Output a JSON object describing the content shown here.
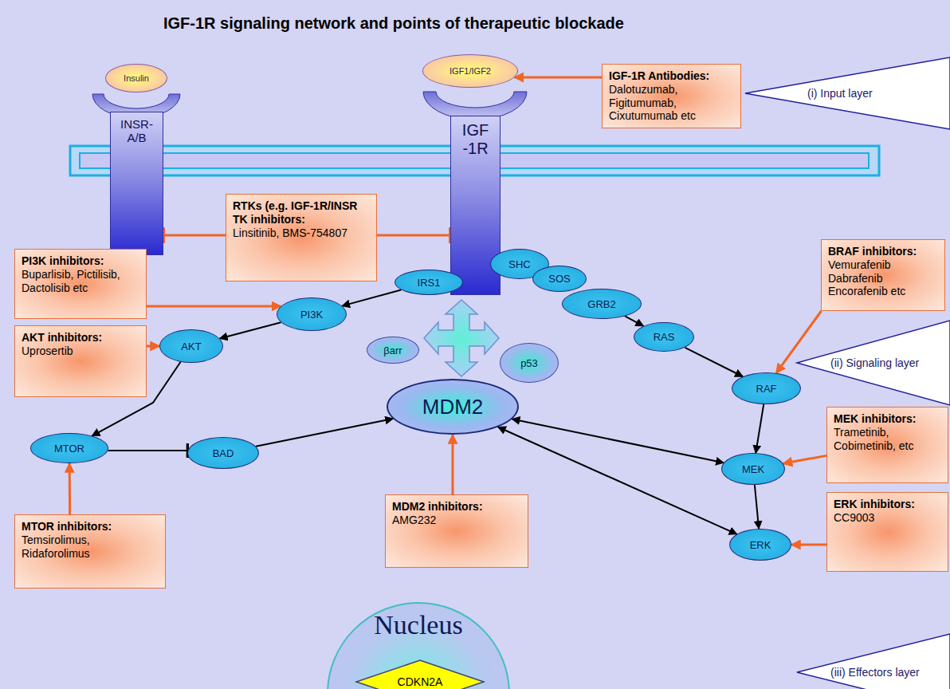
{
  "diagram": {
    "title": "IGF-1R signaling network and points of therapeutic blockade",
    "nodes": [
      {
        "text": [
          "Insulin"
        ]
      },
      {
        "text": [
          "INSR-A/B"
        ]
      },
      {
        "text": [
          "IGF1/IGF2"
        ]
      },
      {
        "text": [
          "IGF -1R"
        ]
      },
      {
        "text": [
          "IGF-1R Antibodies:",
          "Dalotuzumab, Figitumumab, Cixutumumab etc"
        ]
      },
      {
        "text": [
          "(i) Input layer"
        ]
      },
      {
        "text": [
          "RTKs (e.g. IGF-1R/INSR TK inhibitors:",
          "Linsitinib, BMS-754807"
        ]
      },
      {
        "text": [
          "PI3K inhibitors:",
          "Buparlisib, Pictilisib, Dactolisib etc"
        ]
      },
      {
        "text": [
          "BRAF inhibitors:",
          "Vemurafenib Dabrafenib Encorafenib etc"
        ]
      },
      {
        "text": [
          "IRS1"
        ]
      },
      {
        "text": [
          "SHC"
        ]
      },
      {
        "text": [
          "SOS"
        ]
      },
      {
        "text": [
          "GRB2"
        ]
      },
      {
        "text": [
          "PI3K"
        ]
      },
      {
        "text": [
          "AKT inhibitors:",
          "Uprosertib"
        ]
      },
      {
        "text": [
          "AKT"
        ]
      },
      {
        "text": [
          "βarr"
        ]
      },
      {
        "text": [
          "p53"
        ]
      },
      {
        "text": [
          "RAS"
        ]
      },
      {
        "text": [
          "(ii) Signaling layer"
        ]
      },
      {
        "text": [
          "RAF"
        ]
      },
      {
        "text": [
          "MDM2"
        ]
      },
      {
        "text": [
          "MTOR"
        ]
      },
      {
        "text": [
          "BAD"
        ]
      },
      {
        "text": [
          "MEK inhibitors:",
          "Trametinib, Cobimetinib, etc"
        ]
      },
      {
        "text": [
          "MEK"
        ]
      },
      {
        "text": [
          "ERK inhibitors:",
          "CC9003"
        ]
      },
      {
        "text": [
          "ERK"
        ]
      },
      {
        "text": [
          "MDM2 inhibitors:",
          "AMG232"
        ]
      },
      {
        "text": [
          "MTOR inhibitors:",
          "Temsirolimus, Ridaforolimus"
        ]
      },
      {
        "text": [
          "Nucleus"
        ]
      },
      {
        "text": [
          "CDKN2A"
        ],
        "in": 30
      },
      {
        "text": [
          "(iii) Effectors layer"
        ]
      }
    ],
    "edges": [
      {
        "from": 4,
        "to": 2,
        "arrow": "to"
      },
      {
        "from": 6,
        "to": 1,
        "arrow": "to"
      },
      {
        "from": 6,
        "to": 3,
        "arrow": "to"
      },
      {
        "from": 7,
        "to": 13,
        "arrow": "to"
      },
      {
        "from": 9,
        "to": 13,
        "arrow": "to"
      },
      {
        "from": 13,
        "to": 15,
        "arrow": "to"
      },
      {
        "from": 14,
        "to": 15,
        "arrow": "to"
      },
      {
        "from": 15,
        "to": 22,
        "arrow": "to"
      },
      {
        "from": 22,
        "to": 23,
        "arrow": "to"
      },
      {
        "from": 23,
        "to": 21,
        "arrow": "to"
      },
      {
        "from": 12,
        "to": 18,
        "arrow": "to"
      },
      {
        "from": 18,
        "to": 20,
        "arrow": "to"
      },
      {
        "from": 8,
        "to": 20,
        "arrow": "to"
      },
      {
        "from": 20,
        "to": 25,
        "arrow": "to"
      },
      {
        "from": 25,
        "to": 27,
        "arrow": "to"
      },
      {
        "from": 21,
        "to": 25,
        "arrow": "both"
      },
      {
        "from": 21,
        "to": 27,
        "arrow": "both"
      },
      {
        "from": 24,
        "to": 25,
        "arrow": "to"
      },
      {
        "from": 26,
        "to": 27,
        "arrow": "to"
      },
      {
        "from": 28,
        "to": 21,
        "arrow": "to"
      },
      {
        "from": 29,
        "to": 22,
        "arrow": "to"
      }
    ]
  }
}
